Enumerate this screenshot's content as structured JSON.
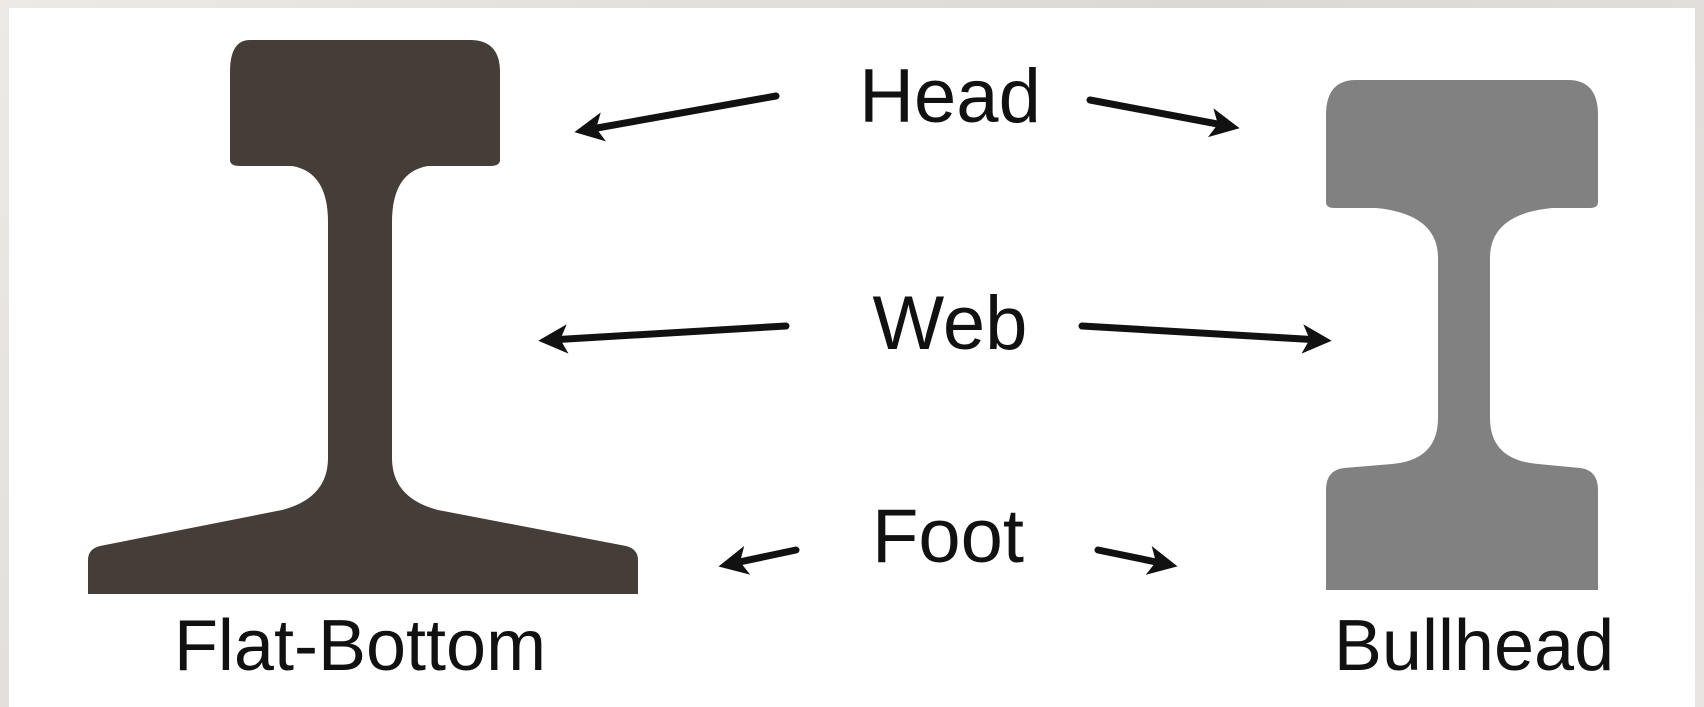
{
  "diagram": {
    "parts": {
      "head": "Head",
      "web": "Web",
      "foot": "Foot"
    },
    "rails": {
      "flat_bottom": "Flat-Bottom",
      "bullhead": "Bullhead"
    },
    "colors": {
      "flat_bottom_fill": "#453d38",
      "bullhead_fill": "#818181",
      "background": "#ffffff"
    }
  }
}
